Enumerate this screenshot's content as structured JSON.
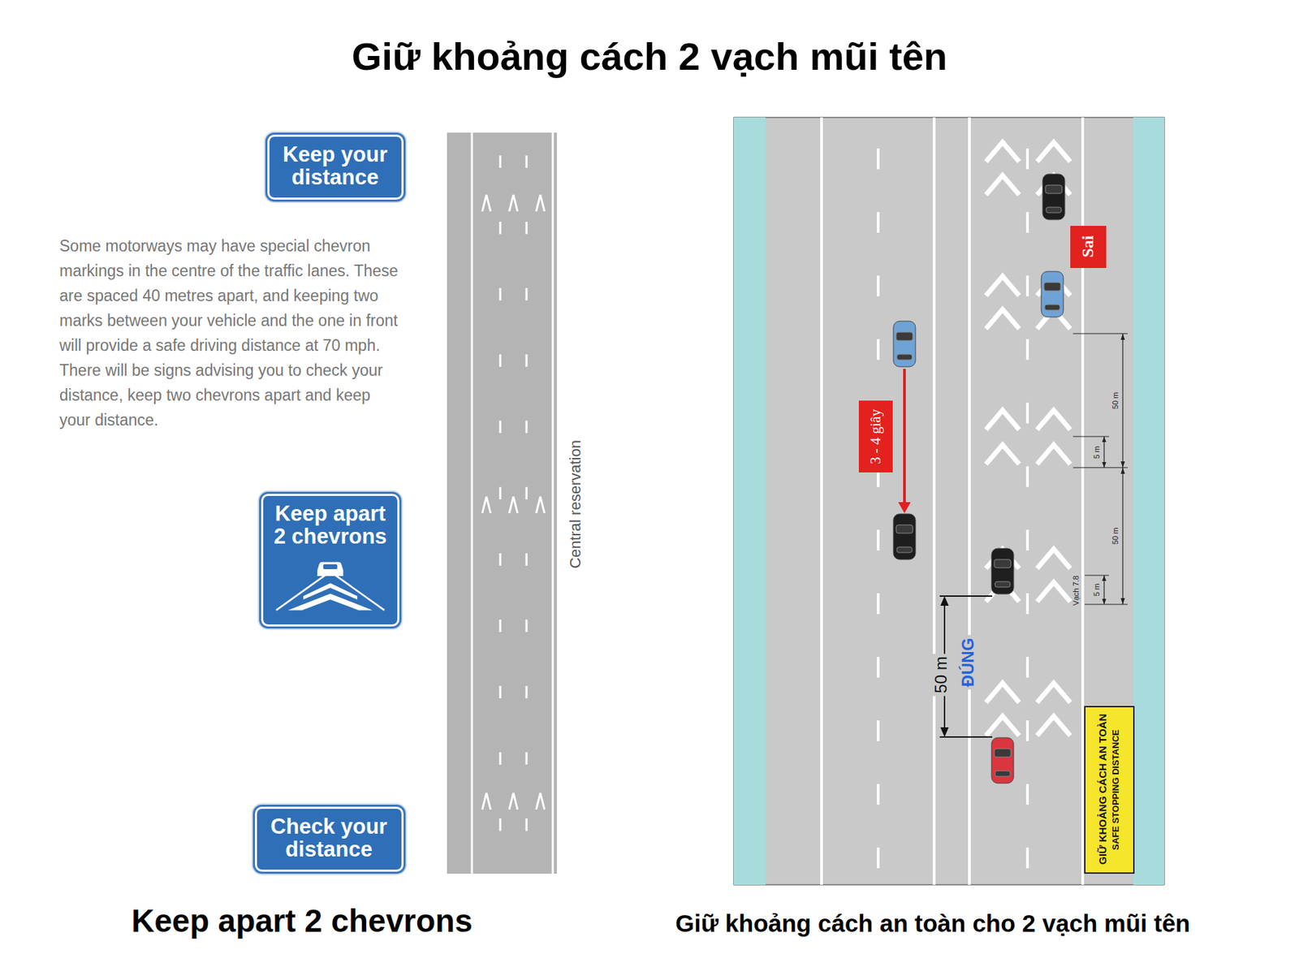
{
  "diagram": {
    "title": "Giữ khoảng cách 2 vạch mũi tên",
    "caption": "Keep apart 2 chevrons",
    "nodes": [
      {
        "text": [
          "Keep your distance"
        ]
      },
      {
        "text": [
          "Keep apart 2 chevrons"
        ]
      },
      {
        "text": [
          "Check your distance"
        ]
      },
      {
        "text": [
          "Sai"
        ]
      },
      {
        "text": [
          "3 - 4 giây"
        ]
      },
      {
        "text": [
          "GIỮ KHOẢNG CÁCH AN TOÀN",
          "SAFE STOPPING DISTANCE"
        ]
      }
    ],
    "labels": [
      "Some motorways may have special chevron markings in the centre of the traffic lanes. These are spaced 40 metres apart, and keeping two marks between your vehicle and the one in front will provide a safe driving distance at 70 mph. There will be signs advising you to check your distance, keep two chevrons apart and keep your distance.",
      "Central reservation",
      "50 m",
      "5 m",
      "50 m",
      "5 m",
      "Vạch 7.8",
      "50 m",
      "ĐÚNG",
      "Giữ khoảng cách an toàn cho 2 vạch mũi tên"
    ]
  }
}
